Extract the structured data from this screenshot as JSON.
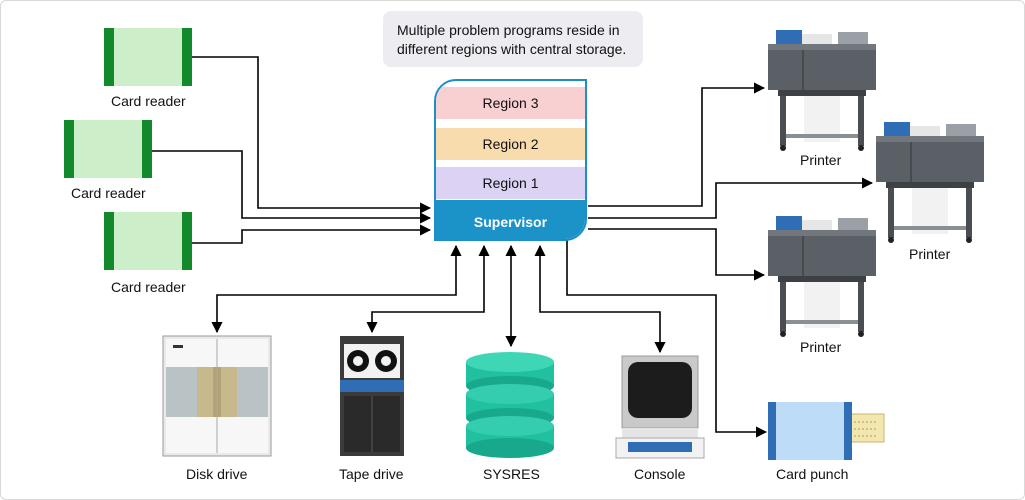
{
  "note": {
    "line1": "Multiple problem programs reside in",
    "line2": "different regions with central storage."
  },
  "processor": {
    "regions": [
      "Region 3",
      "Region 2",
      "Region 1"
    ],
    "supervisor": "Supervisor"
  },
  "devices": {
    "card_reader_1": "Card reader",
    "card_reader_2": "Card reader",
    "card_reader_3": "Card reader",
    "printer_1": "Printer",
    "printer_2": "Printer",
    "printer_3": "Printer",
    "disk_drive": "Disk drive",
    "tape_drive": "Tape drive",
    "sysres": "SYSRES",
    "console": "Console",
    "card_punch": "Card punch"
  },
  "colors": {
    "supervisor": "#1b93c9",
    "region3": "#f8d0d2",
    "region2": "#f9dcae",
    "region1": "#dcd3f4",
    "card_green": "#128a2c",
    "sysres_teal": "#20c0a0",
    "printer_gray": "#5b6066"
  }
}
